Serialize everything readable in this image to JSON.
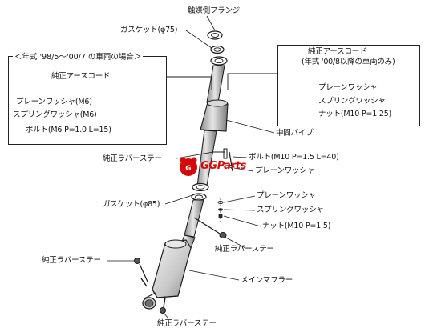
{
  "labels": {
    "catalyst_flange": "触媒側フランジ",
    "gasket_75": "ガスケット(φ75)",
    "left_box_title": "＜年式 '98/5～'00/7 の車両の場合＞",
    "left_ground_cord": "純正アースコード",
    "left_plain_washer": "プレーンワッシャ(M6)",
    "left_spring_washer": "スプリングワッシャ(M6)",
    "left_bolt": "ボルト(M6 P=1.0 L=15)",
    "right_box_title_1": "純正アースコード",
    "right_box_title_2": "(年式 '00/8以降の車両のみ)",
    "right_plain_washer": "プレーンワッシャ",
    "right_spring_washer": "スプリングワッシャ",
    "right_nut": "ナット(M10 P=1.25)",
    "center_pipe": "中間パイプ",
    "rubber_stay_1": "純正ラバーステー",
    "bolt_m10": "ボルト(M10 P=1.5 L=40)",
    "plain_washer_mid": "プレーンワッシャ",
    "gasket_85": "ガスケット(φ85)",
    "plain_washer_low": "プレーンワッシャ",
    "spring_washer_low": "スプリングワッシャ",
    "nut_m10": "ナット(M10 P=1.5)",
    "rubber_stay_2": "純正ラバーステー",
    "rubber_stay_3": "純正ラバーステー",
    "main_muffler": "メインマフラー",
    "rubber_stay_4": "純正ラバーステー",
    "logo": "GGParts"
  },
  "colors": {
    "line": "#1a1a1a",
    "pipe_fill": "#bdbdbd",
    "pipe_dark": "#7a7a7a",
    "logo_red": "#d40a0a"
  }
}
